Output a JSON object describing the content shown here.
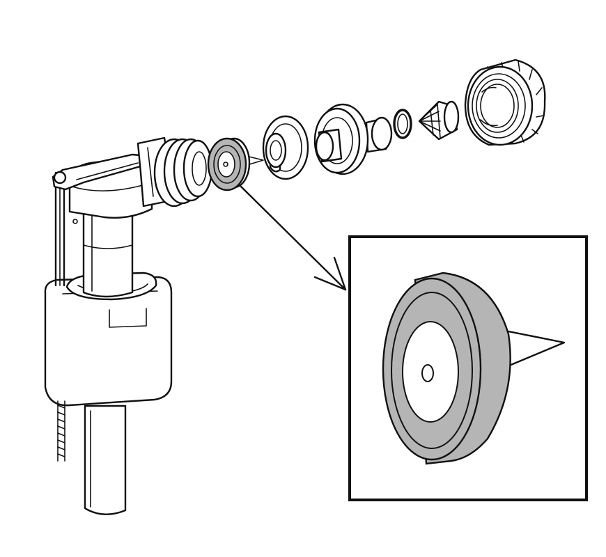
{
  "diagram": {
    "type": "exploded-parts-illustration",
    "colors": {
      "line": "#111111",
      "background": "#ffffff",
      "highlight": "#b5b5b5"
    },
    "parts": [
      "fill-valve-body",
      "threaded-inlet",
      "seal-washer",
      "piston",
      "flow-cartridge",
      "o-ring",
      "cone-filter",
      "nut"
    ],
    "highlighted_part": "seal-washer",
    "inset": "zoom-of-seal-washer"
  }
}
